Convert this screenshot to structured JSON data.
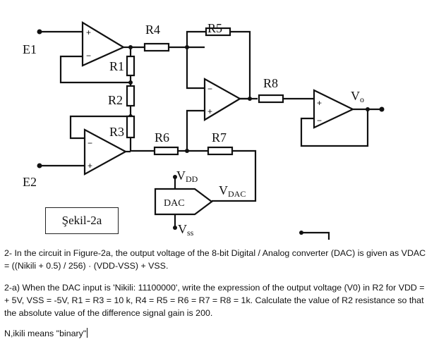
{
  "circuit": {
    "inputs": {
      "e1": "E1",
      "e2": "E2"
    },
    "resistors": {
      "r1": "R1",
      "r2": "R2",
      "r3": "R3",
      "r4": "R4",
      "r5": "R5",
      "r6": "R6",
      "r7": "R7",
      "r8": "R8"
    },
    "output": {
      "v": "V",
      "sub": "o"
    },
    "dac": {
      "label": "DAC",
      "vdd": "V",
      "vdd_sub": "DD",
      "vss": "V",
      "vss_sub": "ss",
      "vdac": "V",
      "vdac_sub": "DAC"
    },
    "opamp_signs": {
      "plus": "+",
      "minus": "−"
    }
  },
  "figure_label": "Şekil-2a",
  "question": {
    "p1": "2- In the circuit in Figure-2a, the output voltage of the 8-bit Digital / Analog converter (DAC) is given as VDAC = ((Nikili + 0.5) / 256) · (VDD-VSS) + VSS.",
    "p2": "2-a) When the DAC input is 'Nikili: 11100000', write the expression of the output voltage (V0) in R2 for VDD = + 5V, VSS = -5V, R1 = R3 = 10 k, R4 = R5 = R6 = R7 = R8 = 1k. Calculate the value of R2 resistance so that the absolute value of the difference signal gain is 200.",
    "p3": "N,ikili means \"binary\""
  }
}
